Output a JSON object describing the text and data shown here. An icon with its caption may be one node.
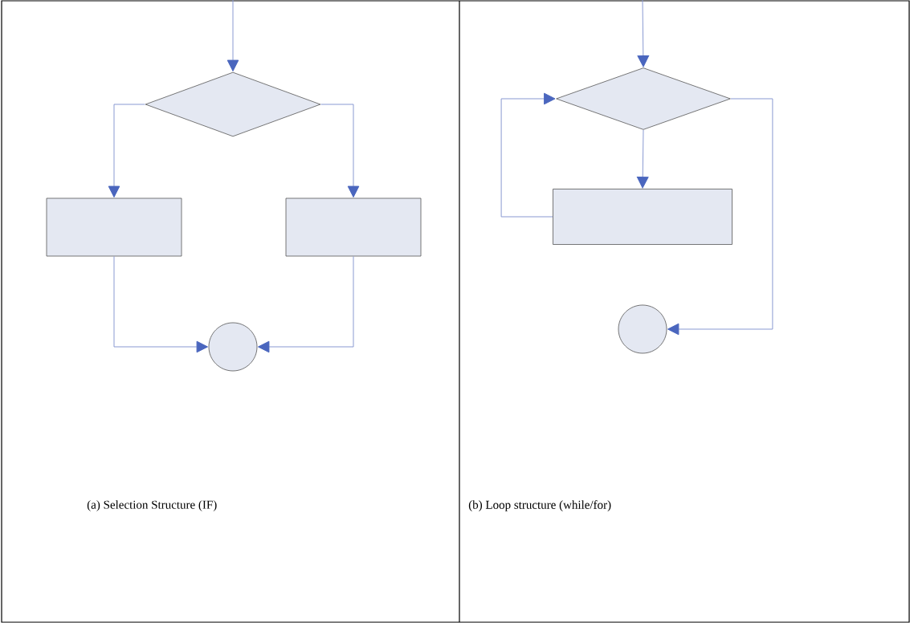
{
  "diagram": {
    "nodes": [
      {
        "text": [],
        "shape": "diamond"
      },
      {
        "text": [],
        "shape": "box"
      },
      {
        "text": [],
        "shape": "box"
      },
      {
        "text": [],
        "shape": "circle"
      },
      {
        "text": [],
        "shape": "diamond"
      },
      {
        "text": [],
        "shape": "box"
      },
      {
        "text": [],
        "shape": "circle"
      }
    ],
    "edges": [
      {
        "from": null,
        "to": 0,
        "arrow": "to"
      },
      {
        "from": 0,
        "to": 1,
        "arrow": "to"
      },
      {
        "from": 0,
        "to": 2,
        "arrow": "to"
      },
      {
        "from": 1,
        "to": 3,
        "arrow": "to"
      },
      {
        "from": 2,
        "to": 3,
        "arrow": "to"
      },
      {
        "from": null,
        "to": 4,
        "arrow": "to"
      },
      {
        "from": 4,
        "to": 5,
        "arrow": "to"
      },
      {
        "from": 5,
        "to": 4,
        "arrow": "to"
      },
      {
        "from": 4,
        "to": 6,
        "arrow": "to"
      }
    ],
    "labels": [
      "(a) Selection Structure (IF)",
      "(b) Loop structure (while/for)"
    ]
  }
}
